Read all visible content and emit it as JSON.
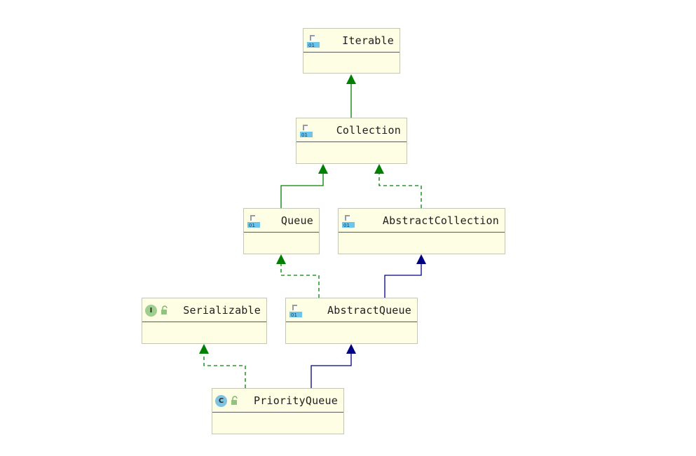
{
  "diagram": {
    "nodes": [
      {
        "id": "iterable",
        "label": "Iterable",
        "icon": "interface-file-icon"
      },
      {
        "id": "collection",
        "label": "Collection",
        "icon": "interface-file-icon"
      },
      {
        "id": "queue",
        "label": "Queue",
        "icon": "interface-file-icon"
      },
      {
        "id": "abstractcollection",
        "label": "AbstractCollection",
        "icon": "interface-file-icon"
      },
      {
        "id": "serializable",
        "label": "Serializable",
        "icon": "interface-badge-icon",
        "badge": "I"
      },
      {
        "id": "abstractqueue",
        "label": "AbstractQueue",
        "icon": "interface-file-icon"
      },
      {
        "id": "priorityqueue",
        "label": "PriorityQueue",
        "icon": "class-badge-icon",
        "badge": "C"
      }
    ],
    "edges": [
      {
        "from": "collection",
        "to": "iterable",
        "kind": "extends"
      },
      {
        "from": "queue",
        "to": "collection",
        "kind": "extends"
      },
      {
        "from": "abstractcollection",
        "to": "collection",
        "kind": "implements"
      },
      {
        "from": "abstractqueue",
        "to": "queue",
        "kind": "implements"
      },
      {
        "from": "abstractqueue",
        "to": "abstractcollection",
        "kind": "class-extends"
      },
      {
        "from": "priorityqueue",
        "to": "serializable",
        "kind": "implements"
      },
      {
        "from": "priorityqueue",
        "to": "abstractqueue",
        "kind": "class-extends"
      }
    ],
    "colors": {
      "extends": "#008000",
      "implements": "#008000",
      "class-extends": "#000080",
      "node_fill": "#fefee4",
      "interface_badge": "#9fcf8f",
      "class_badge": "#7fc3e0"
    }
  }
}
